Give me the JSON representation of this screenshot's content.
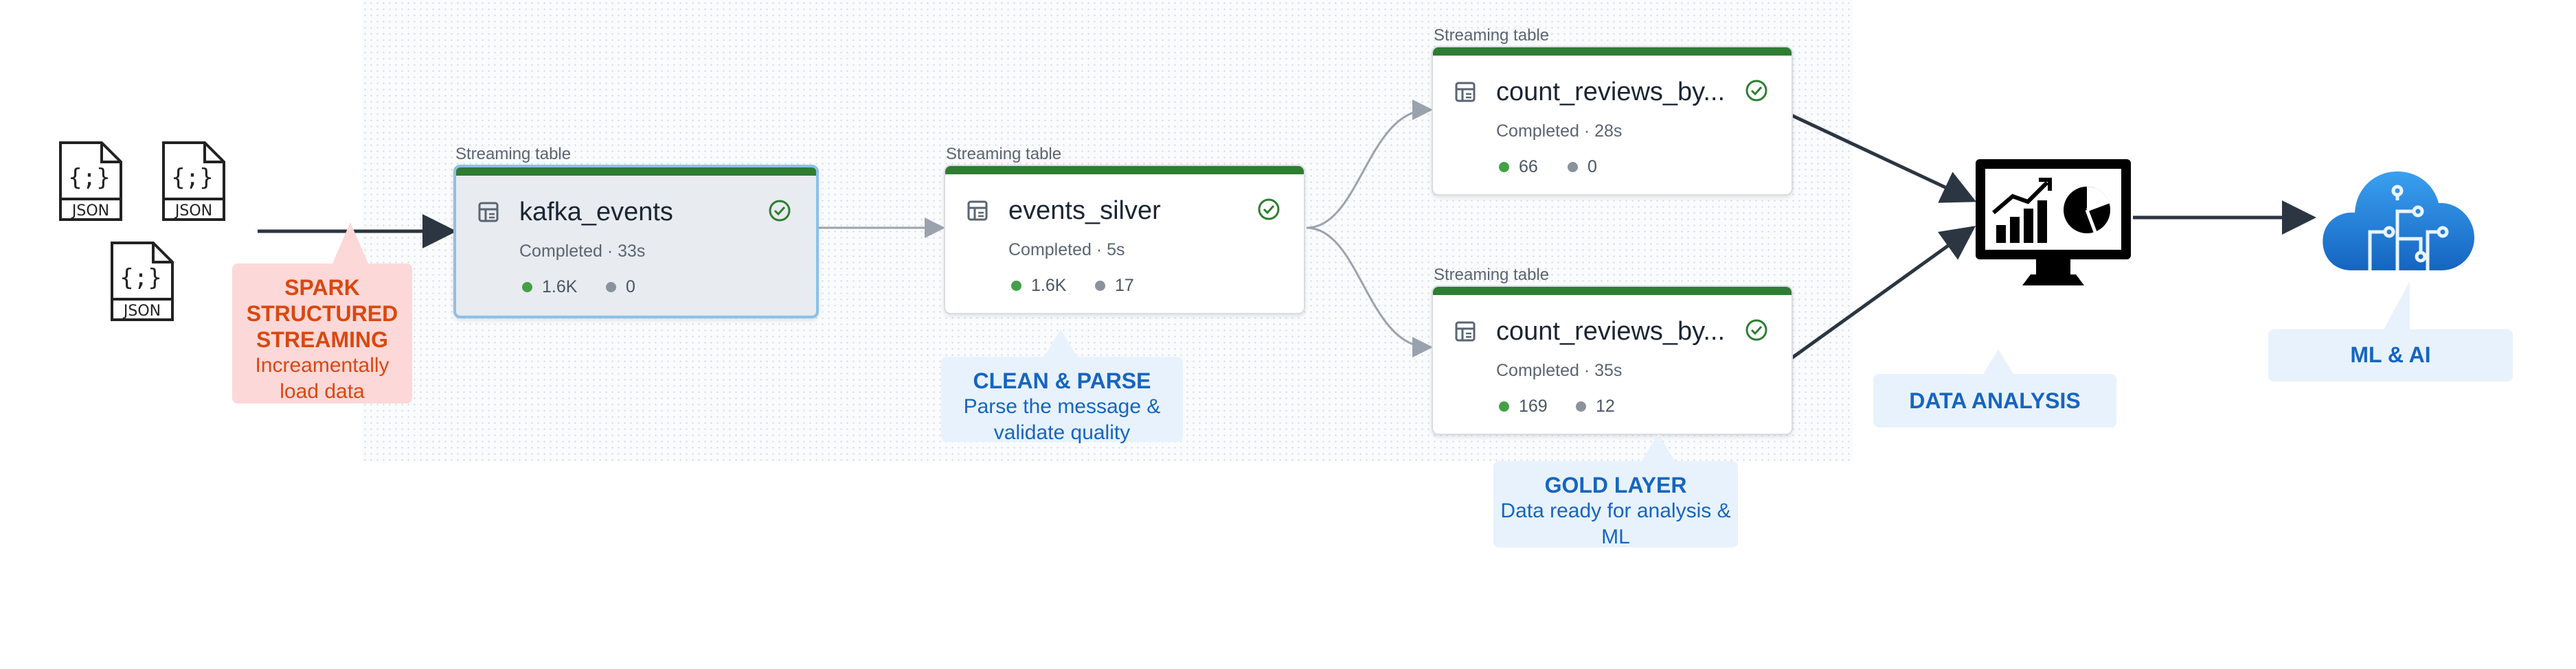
{
  "icons": {
    "json_file": "json-file-icon",
    "table": "table-icon",
    "check": "check-circle-icon",
    "monitor": "analytics-monitor-icon",
    "cloud": "cloud-circuit-icon"
  },
  "json_files": [
    "JSON",
    "JSON",
    "JSON"
  ],
  "spark_callout": {
    "title_line1": "SPARK",
    "title_line2": "STRUCTURED",
    "title_line3": "STREAMING",
    "sub_line1": "Increamentally",
    "sub_line2": "load data"
  },
  "nodes": [
    {
      "kind": "Streaming table",
      "title": "kafka_events",
      "status": "Completed · 33s",
      "ok": "1.6K",
      "err": "0"
    },
    {
      "kind": "Streaming table",
      "title": "events_silver",
      "status": "Completed · 5s",
      "ok": "1.6K",
      "err": "17"
    },
    {
      "kind": "Streaming table",
      "title": "count_reviews_by...",
      "status": "Completed · 28s",
      "ok": "66",
      "err": "0"
    },
    {
      "kind": "Streaming table",
      "title": "count_reviews_by...",
      "status": "Completed · 35s",
      "ok": "169",
      "err": "12"
    }
  ],
  "clean_callout": {
    "title": "CLEAN & PARSE",
    "sub_line1": "Parse the message &",
    "sub_line2": "validate quality"
  },
  "gold_callout": {
    "title": "GOLD LAYER",
    "sub_line1": "Data ready for analysis &",
    "sub_line2": "ML"
  },
  "analysis_callout": {
    "title": "DATA ANALYSIS"
  },
  "ml_callout": {
    "title": "ML & AI"
  },
  "colors": {
    "completed_bar": "#2e7d32",
    "selected_border": "#8cc0ea",
    "spark_text": "#d9480f",
    "spark_bg": "#fdd8d8",
    "blue_text": "#1565c0",
    "blue_bg": "#e8f2fc",
    "cloud": "#1e88e5"
  }
}
